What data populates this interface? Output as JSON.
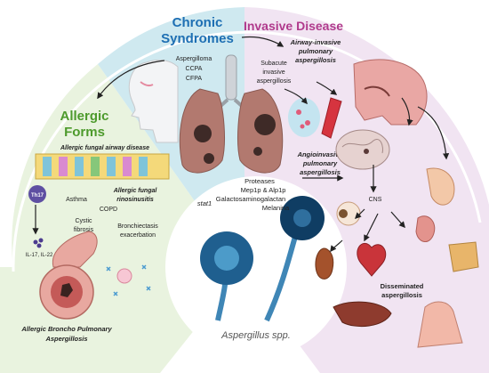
{
  "sections": {
    "chronic": {
      "title_line1": "Chronic",
      "title_line2": "Syndromes",
      "items": [
        "Aspergilloma",
        "CCPA",
        "CFPA"
      ],
      "color": "#1e6fb3"
    },
    "invasive": {
      "title": "Invasive Disease",
      "color": "#b03a8c"
    },
    "allergic": {
      "title_line1": "Allergic",
      "title_line2": "Forms",
      "color": "#4d9a2c"
    }
  },
  "labels": {
    "allergic_airway": "Allergic fungal airway disease",
    "th17": "Th17",
    "il": "IL-17, IL-22",
    "asthma": "Asthma",
    "afrs_line1": "Allergic fungal",
    "afrs_line2": "rinosinusitis",
    "copd": "COPD",
    "cf_line1": "Cystic",
    "cf_line2": "fibrosis",
    "bronch_line1": "Bronchiectasis",
    "bronch_line2": "exacerbation",
    "abpa_line1": "Allergic Broncho Pulmonary",
    "abpa_line2": "Aspergillosis",
    "subacute_line1": "Subacute",
    "subacute_line2": "invasive",
    "subacute_line3": "aspergillosis",
    "airway_inv_line1": "Airway-invasive",
    "airway_inv_line2": "pulmonary",
    "airway_inv_line3": "aspergillosis",
    "angio_line1": "Angioinvasive",
    "angio_line2": "pulmonary",
    "angio_line3": "aspergillosis",
    "cns": "CNS",
    "dissem_line1": "Disseminated",
    "dissem_line2": "aspergillosis",
    "proteases": "Proteases",
    "mep": "Mep1p & Alp1p",
    "galacto": "Galactosaminogalactan",
    "melanin": "Melanina",
    "stat1": "stat1",
    "species": "Aspergillus spp."
  },
  "colors": {
    "chronic_bg": "#cfe9f0",
    "invasive_bg": "#f1e4f2",
    "allergic_bg": "#e9f3df",
    "fungus": "#1f5f8f"
  }
}
